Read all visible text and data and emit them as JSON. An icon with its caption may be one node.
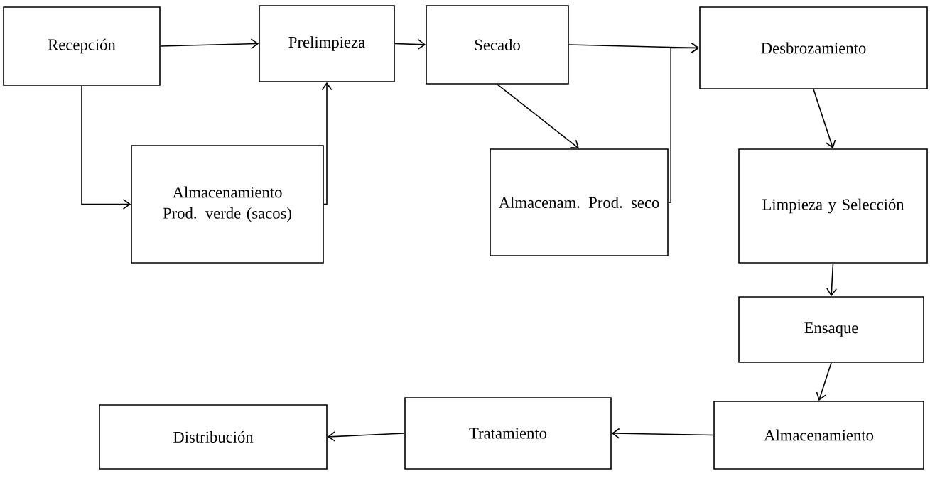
{
  "diagram": {
    "nodes": [
      {
        "text": [
          "Recepción"
        ]
      },
      {
        "text": [
          "Prelimpieza"
        ]
      },
      {
        "text": [
          "Secado"
        ]
      },
      {
        "text": [
          "Desbrozamiento"
        ]
      },
      {
        "text": [
          "Almacenamiento Prod. verde (sacos)"
        ]
      },
      {
        "text": [
          "Almacenam. Prod. seco"
        ]
      },
      {
        "text": [
          "Limpieza y Selección"
        ]
      },
      {
        "text": [
          "Ensaque"
        ]
      },
      {
        "text": [
          "Almacenamiento"
        ]
      },
      {
        "text": [
          "Tratamiento"
        ]
      },
      {
        "text": [
          "Distribución"
        ]
      }
    ],
    "edges": [
      {
        "from": 0,
        "to": 1,
        "arrow": "to"
      },
      {
        "from": 0,
        "to": 4,
        "arrow": "to"
      },
      {
        "from": 4,
        "to": 1,
        "arrow": "to"
      },
      {
        "from": 1,
        "to": 2,
        "arrow": "to"
      },
      {
        "from": 2,
        "to": 3,
        "arrow": "to"
      },
      {
        "from": 2,
        "to": 5,
        "arrow": "to"
      },
      {
        "from": 5,
        "to": 3,
        "arrow": "to"
      },
      {
        "from": 3,
        "to": 6,
        "arrow": "to"
      },
      {
        "from": 6,
        "to": 7,
        "arrow": "to"
      },
      {
        "from": 7,
        "to": 8,
        "arrow": "to"
      },
      {
        "from": 8,
        "to": 9,
        "arrow": "to"
      },
      {
        "from": 9,
        "to": 10,
        "arrow": "to"
      }
    ]
  }
}
